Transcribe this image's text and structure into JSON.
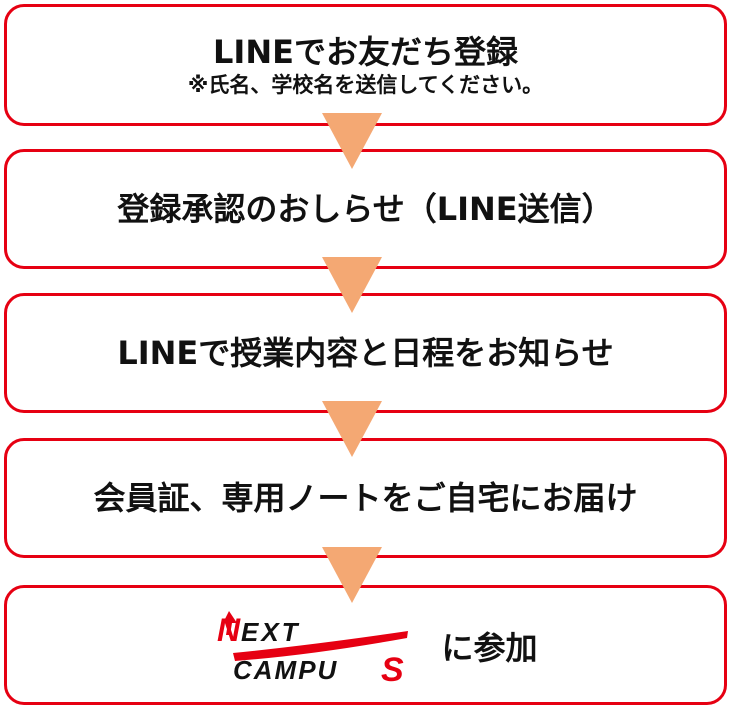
{
  "colors": {
    "border": "#e60012",
    "arrow": "#f4a873",
    "text": "#111111",
    "logo_red": "#e60012"
  },
  "steps": [
    {
      "main": "LINEでお友だち登録",
      "sub": "※氏名、学校名を送信してください。"
    },
    {
      "main": "登録承認のおしらせ（LINE送信）"
    },
    {
      "main": "LINEで授業内容と日程をお知らせ"
    },
    {
      "main": "会員証、専用ノートをご自宅にお届け"
    },
    {
      "main": "に参加"
    }
  ],
  "logo": {
    "line1": "NEXT",
    "line2": "CAMPUS",
    "icon": "next-campus-logo"
  },
  "arrow_icon": "down-triangle-icon"
}
